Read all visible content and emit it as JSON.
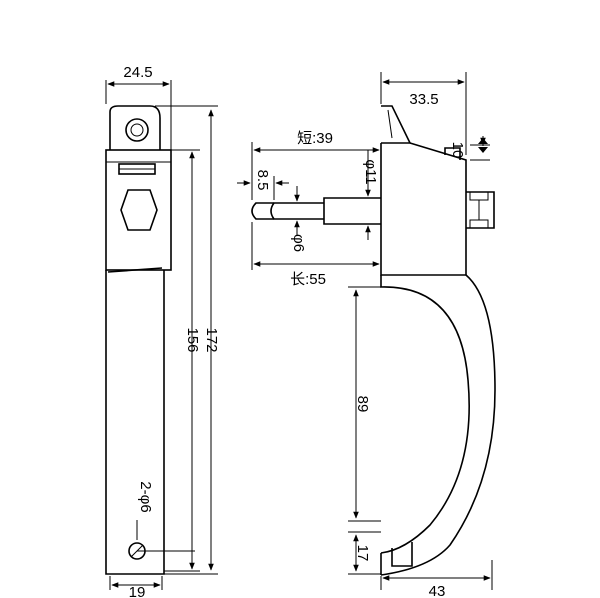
{
  "drawing": {
    "front_view": {
      "width_top": "24.5",
      "width_bottom": "19",
      "height_inner": "156",
      "height_total": "172",
      "hole_note": "2-φ6"
    },
    "side_view": {
      "depth_top": "33.5",
      "offset_right": "10",
      "short_length": "短:39",
      "long_length": "长:55",
      "diameter_large": "φ11",
      "diameter_small": "φ6",
      "tip_length": "8.5",
      "grip_height": "89",
      "foot_height": "17",
      "base_depth": "43"
    }
  }
}
